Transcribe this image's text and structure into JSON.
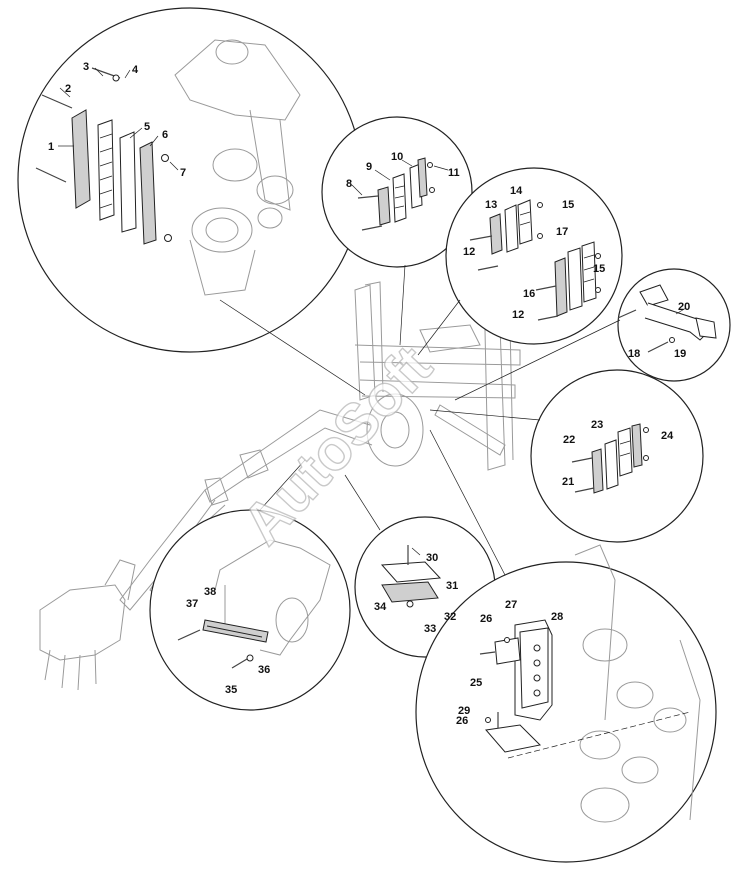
{
  "watermark": "AutoSoft",
  "callouts": [
    "1",
    "2",
    "3",
    "4",
    "5",
    "6",
    "7",
    "8",
    "9",
    "10",
    "11",
    "12",
    "12",
    "13",
    "14",
    "15",
    "15",
    "16",
    "17",
    "18",
    "19",
    "20",
    "21",
    "22",
    "23",
    "24",
    "25",
    "26",
    "26",
    "27",
    "28",
    "29",
    "30",
    "31",
    "32",
    "33",
    "34",
    "35",
    "36",
    "37",
    "38"
  ]
}
